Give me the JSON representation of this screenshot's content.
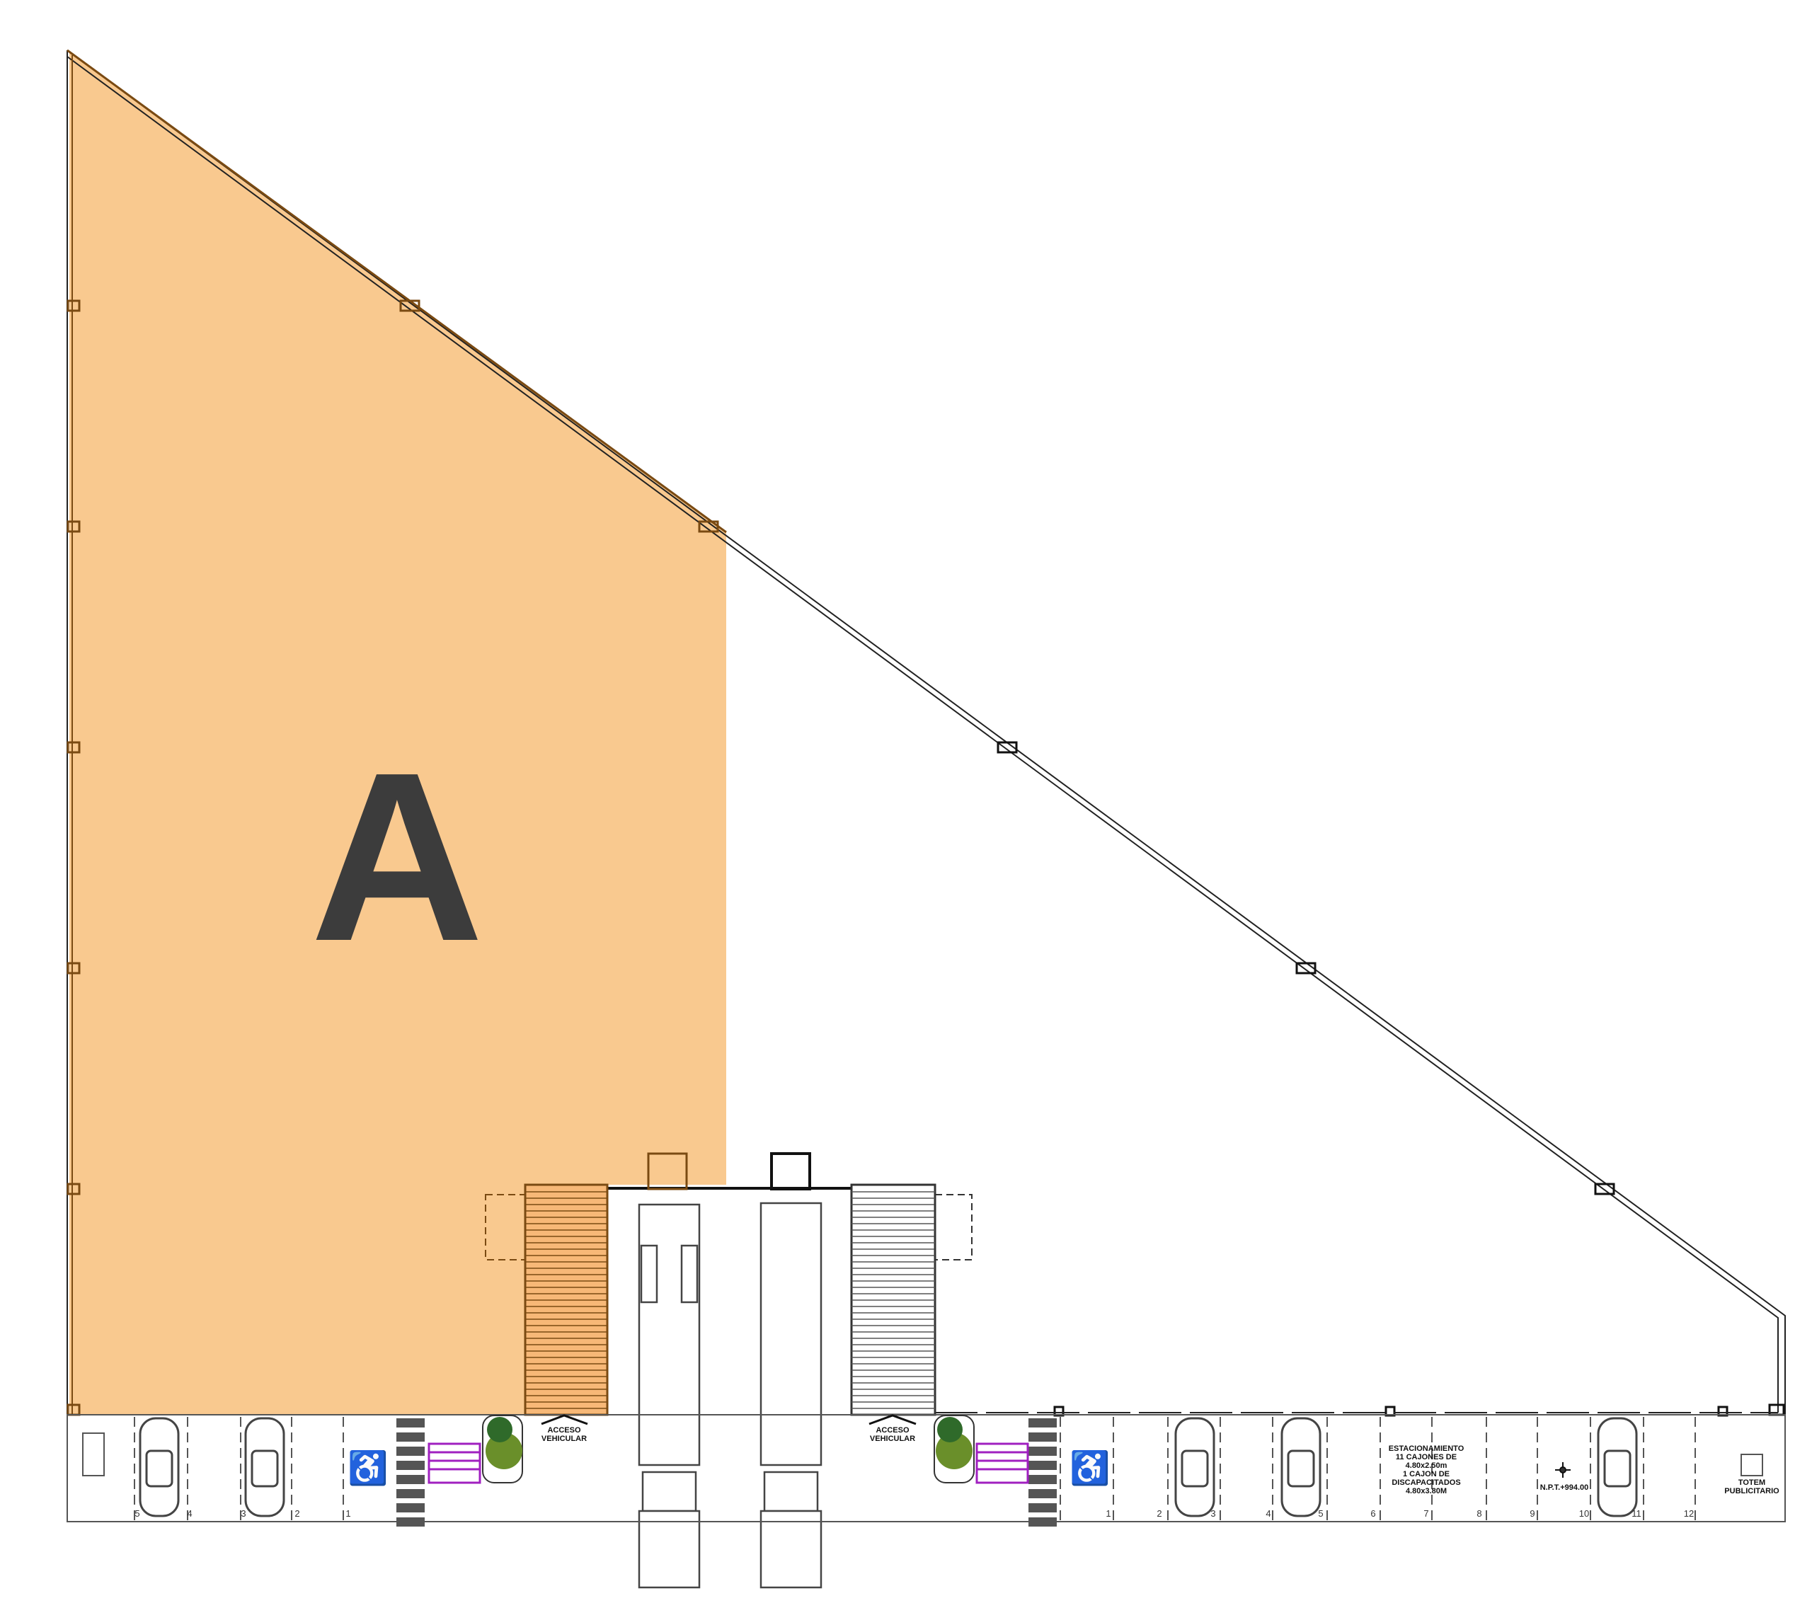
{
  "zone_label": "A",
  "colors": {
    "zone_fill": "#f9c98f",
    "zone_stroke": "#7a4a12",
    "accessible_ramp": "#a020c0",
    "text": "#3c3c3c"
  },
  "access_labels": [
    {
      "line1": "ACCESO",
      "line2": "VEHICULAR"
    },
    {
      "line1": "ACCESO",
      "line2": "VEHICULAR"
    }
  ],
  "parking_note": [
    "ESTACIONAMIENTO",
    "11 CAJONES DE",
    "4.80x2.50m",
    "1 CAJON DE",
    "DISCAPACITADOS",
    "4.80x3.80M"
  ],
  "level_mark": "N.P.T.+994.00",
  "totem": [
    "TOTEM",
    "PUBLICITARIO"
  ],
  "left_stall_numbers": [
    "5",
    "4",
    "3",
    "2",
    "1"
  ],
  "right_stall_numbers": [
    "1",
    "2",
    "3",
    "4",
    "5",
    "6",
    "7",
    "8",
    "9",
    "10",
    "11",
    "12"
  ]
}
